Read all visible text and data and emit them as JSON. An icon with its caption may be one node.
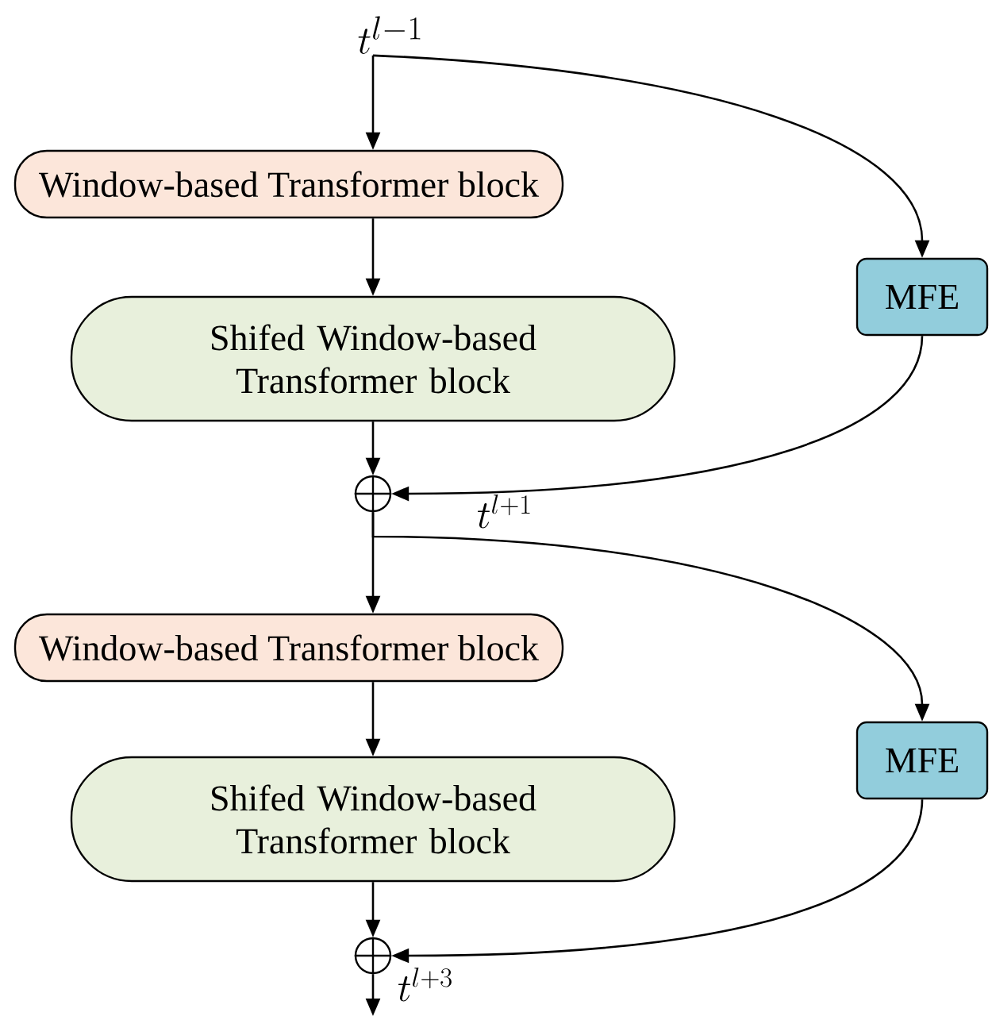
{
  "diagram": {
    "nodes": [
      {
        "text": [
          "t^{l-1}"
        ]
      },
      {
        "text": [
          "Window-based Transformer block"
        ]
      },
      {
        "text": [
          "Shifed Window-based Transformer block"
        ]
      },
      {
        "text": [
          "MFE"
        ]
      },
      {
        "text": [],
        "shape": "circle"
      },
      {
        "text": [
          "Window-based Transformer block"
        ]
      },
      {
        "text": [
          "Shifed Window-based Transformer block"
        ]
      },
      {
        "text": [
          "MFE"
        ]
      },
      {
        "text": [],
        "shape": "circle",
        "beside": [
          "t^{l+3}"
        ]
      }
    ],
    "edges": [
      {
        "from": 0,
        "to": 1,
        "arrow": "to"
      },
      {
        "from": 1,
        "to": 2,
        "arrow": "to"
      },
      {
        "from": 2,
        "to": 4,
        "arrow": "to"
      },
      {
        "from": 0,
        "to": 3,
        "arrow": "to"
      },
      {
        "from": 3,
        "to": 4,
        "arrow": "to"
      },
      {
        "from": 4,
        "to": 5,
        "arrow": "to"
      },
      {
        "from": 5,
        "to": 6,
        "arrow": "to"
      },
      {
        "from": 6,
        "to": 8,
        "arrow": "to"
      },
      {
        "from": 4,
        "to": 7,
        "arrow": "to"
      },
      {
        "from": 7,
        "to": 8,
        "arrow": "to"
      },
      {
        "from": 8,
        "to": null,
        "arrow": "to"
      }
    ],
    "labels": [
      "t^{l+1}"
    ]
  }
}
